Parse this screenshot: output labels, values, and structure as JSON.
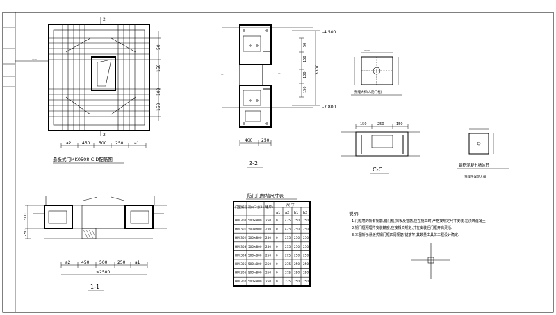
{
  "plan": {
    "title": "悬板式门MK0508-C.D配筋图",
    "section_mark": "2",
    "dims": [
      "a2",
      "450",
      "500",
      "250",
      "a1"
    ],
    "right_dims": [
      "50",
      "150",
      "100",
      "150"
    ]
  },
  "section_22": {
    "title": "2-2",
    "top_elev": "-4.500",
    "bottom_elev": "-7.800",
    "height_dim": "3300",
    "dims_bottom": [
      "400",
      "250"
    ],
    "left_dims": [
      "50",
      "150",
      "100",
      "150"
    ]
  },
  "section_11": {
    "title": "1-1",
    "dims_bottom": [
      "a2",
      "450",
      "500",
      "250",
      "a1"
    ],
    "total": "≤2500",
    "left_dims": [
      "300",
      "250"
    ]
  },
  "section_cc": {
    "title": "C-C",
    "dims": [
      "150",
      "250",
      "150"
    ]
  },
  "detail_a": {
    "caption": "预埋大样(人防门框)"
  },
  "detail_b": {
    "title": "钢筋混凝土墙体节",
    "caption": "预埋件详见大样"
  },
  "table": {
    "title": "防门门框墙尺寸表",
    "headers": [
      "门型编号",
      "洞口尺寸(B×H)",
      "墙厚t",
      "a1",
      "a2",
      "b1",
      "b2"
    ],
    "header_group": "尺 寸",
    "rows": [
      [
        "HM-300",
        "500×800",
        "250",
        "0",
        "475",
        "250",
        "250"
      ],
      [
        "HM-301",
        "500×800",
        "250",
        "0",
        "475",
        "250",
        "250"
      ],
      [
        "HM-302",
        "500×800",
        "250",
        "0",
        "275",
        "250",
        "250"
      ],
      [
        "HM-303",
        "500×800",
        "250",
        "0",
        "275",
        "250",
        "250"
      ],
      [
        "HM-304",
        "500×800",
        "250",
        "0",
        "275",
        "250",
        "250"
      ],
      [
        "HM-305",
        "500×800",
        "250",
        "0",
        "275",
        "250",
        "250"
      ],
      [
        "HM-306",
        "500×800",
        "250",
        "0",
        "275",
        "250",
        "250"
      ],
      [
        "HM-307",
        "500×800",
        "250",
        "0",
        "275",
        "250",
        "250"
      ]
    ]
  },
  "notes": {
    "heading": "说明:",
    "items": [
      "1.门框墙的所有钢筋,钢门框,挡板及锚筋,应在施工时,严格按规定尺寸安装,在浇筑混凝土.",
      "2.钢门框预埋件安装精度,应按相关规定,并在安装后门框开启灵活.",
      "3.本图所示悬板式钢门框四周钢筋,锚筋等,其数量由具体工程设计确定."
    ]
  }
}
